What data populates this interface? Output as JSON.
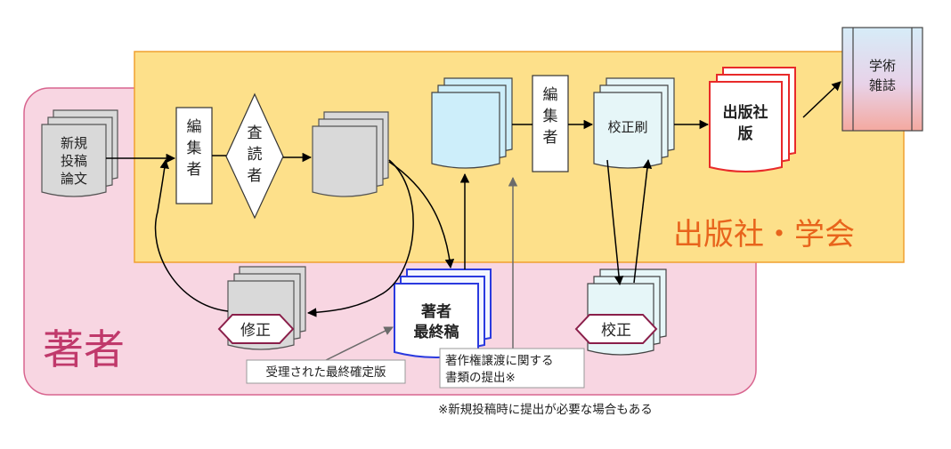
{
  "regions": {
    "author": "著者",
    "publisher": "出版社・学会"
  },
  "nodes": {
    "new_manuscript": "新規\n投稿\n論文",
    "editor_1": "編\n集\n者",
    "reviewer": "査\n読\n者",
    "correction": "修正",
    "author_final": "著者\n最終稿",
    "editor_2": "編\n集\n者",
    "proof": "校正刷",
    "publisher_version": "出版社\n版",
    "journal": "学術\n雑誌",
    "proofreading": "校正"
  },
  "callouts": {
    "accepted_final": "受理された最終確定版",
    "copyright_docs": "著作権譲渡に関する\n書類の提出※"
  },
  "footnote": "※新規投稿時に提出が必要な場合もある",
  "colors": {
    "author_region_fill": "#f8d6e2",
    "author_region_stroke": "#d8658f",
    "author_label": "#c0396b",
    "publisher_region_fill": "#fde08a",
    "publisher_region_stroke": "#f0a030",
    "publisher_label": "#e8641c",
    "doc_gray": "#d9d9d9",
    "doc_light_blue": "#cdeefa",
    "doc_light_cyan": "#e6f6f8",
    "final_blue_stroke": "#2a3adf",
    "publisher_version_red": "#e82a2a",
    "correction_tag_stroke": "#8a1f4a"
  }
}
